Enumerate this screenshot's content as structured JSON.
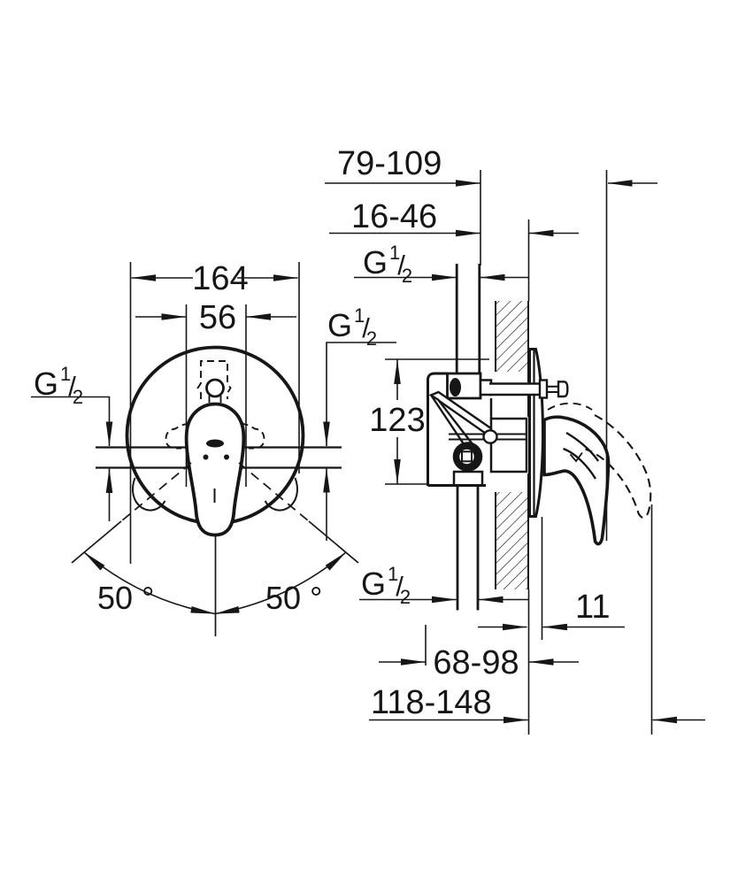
{
  "page": {
    "background": "#ffffff",
    "ink": "#161616"
  },
  "front_view": {
    "escutcheon_diameter": "164",
    "valve_body_width": "56",
    "swing_angle_left": "50 °",
    "swing_angle_right": "50 °"
  },
  "side_view": {
    "lever_to_wall_range": "79-109",
    "rough_in_depth_range": "16-46",
    "valve_height": "123",
    "escutcheon_depth": "11",
    "body_depth_range": "68-98",
    "lever_reach_range": "118-148"
  },
  "thread": {
    "base": "G",
    "numerator": "1",
    "slash": "/",
    "denominator": "2"
  }
}
